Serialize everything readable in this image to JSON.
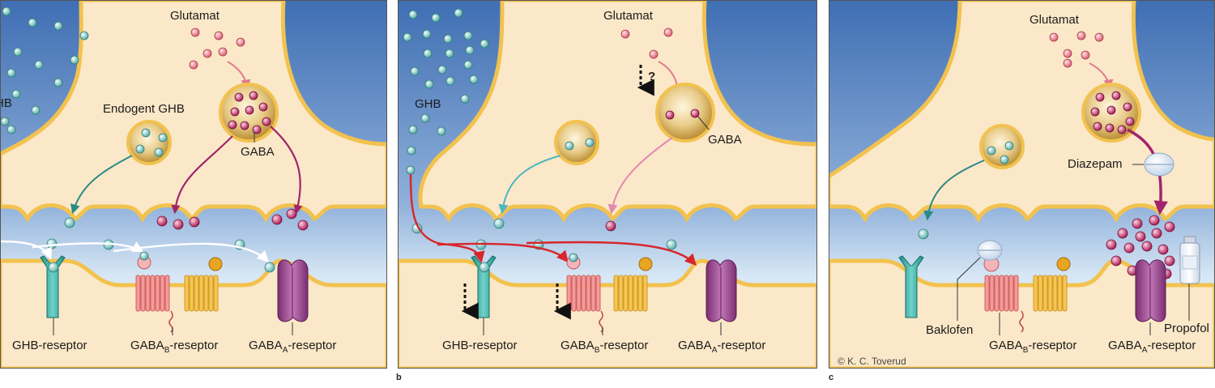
{
  "panels": [
    {
      "letter": "",
      "labels": {
        "glutamat": "Glutamat",
        "gaba": "GABA",
        "ghb_partial": "HB",
        "endogent_ghb": "Endogent GHB",
        "ghb_receptor": "GHB-reseptor",
        "gabab_main": "GABA",
        "gabab_sub": "B",
        "gabaa_main": "GABA",
        "gabaa_sub": "A",
        "receptor_suffix": "-reseptor"
      }
    },
    {
      "letter": "b",
      "labels": {
        "glutamat": "Glutamat",
        "gaba": "GABA",
        "ghb": "GHB",
        "question": "?",
        "ghb_receptor": "GHB-reseptor",
        "gabab_main": "GABA",
        "gabab_sub": "B",
        "gabaa_main": "GABA",
        "gabaa_sub": "A",
        "receptor_suffix": "-reseptor"
      }
    },
    {
      "letter": "c",
      "labels": {
        "glutamat": "Glutamat",
        "diazepam": "Diazepam",
        "baklofen": "Baklofen",
        "propofol": "Propofol",
        "gabab_main": "GABA",
        "gabab_sub": "B",
        "gabaa_main": "GABA",
        "gabaa_sub": "A",
        "receptor_suffix": "-reseptor",
        "credit": "© K. C. Toverud"
      }
    }
  ],
  "colors": {
    "glutamate": "#e8848f",
    "gaba": "#c2245f",
    "ghb": "#86cbc7",
    "terminal": "#fbe8c8",
    "membrane": "#f2c24f",
    "ghb_receptor": "#2aa39b",
    "gabab_receptor": "#e07f7f",
    "gabaa_receptor": "#9b4b8f",
    "arrow_teal": "#2b8a84",
    "arrow_purple": "#a0256b",
    "arrow_red": "#d8262b"
  }
}
